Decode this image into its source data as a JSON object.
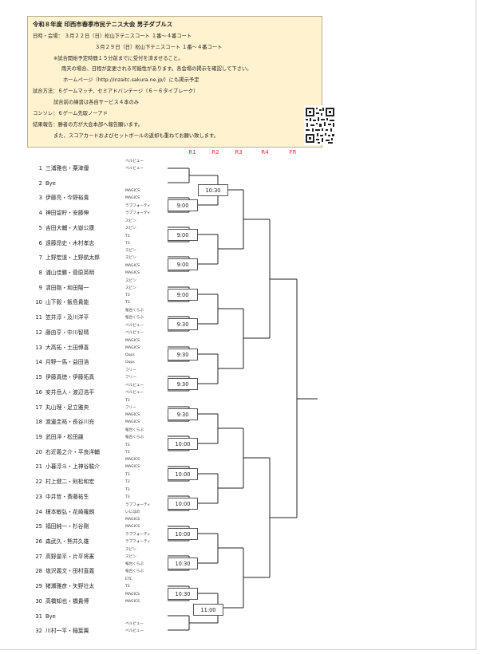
{
  "header": {
    "title": "令和８年度 印西市春季市民テニス大会 男子ダブルス",
    "lines": [
      "日時・会場： ３月２２日（日）松山下テニスコート １番〜４番コート",
      "３月２９日（日）松山下テニスコート １番〜４番コート",
      "※試合開始予定時間１５分前までに受付を済ませること。",
      "雨天の場合、日程が変更される可能性があります。各会場の掲示を確認して下さい。",
      "ホームページ（http://inzaitc.sakura.ne.jp/）にも掲示予定",
      "試合方法：６ゲームマッチ、セミアドバンテージ（６－６タイブレーク）",
      "試合前の練習は各自サービス４本のみ",
      "コンソレ：６ゲーム先取ノーアド",
      "結果報告：勝者の方が大会本部へ報告願います。",
      "また、スコアカードおよびセットボールの返却も重ねてお願い致します。"
    ]
  },
  "rounds": [
    "R1",
    "R2",
    "R3",
    "R4",
    "FR"
  ],
  "players": [
    {
      "no": "1",
      "name": "三浦雅也・粟津優",
      "clubs": [
        "ベルビュー",
        "ベルビュー"
      ]
    },
    {
      "no": "2",
      "name": "Bye",
      "clubs": []
    },
    {
      "no": "3",
      "name": "伊藤亮・今野裕貴",
      "clubs": [
        "MAGICS",
        "MAGICS"
      ]
    },
    {
      "no": "4",
      "name": "神田留貯・安藤伸",
      "clubs": [
        "ラブフォーティ",
        "ラブフォーティ"
      ]
    },
    {
      "no": "5",
      "name": "吉田大輔・大嶽公康",
      "clubs": [
        "スピン",
        "スピン"
      ]
    },
    {
      "no": "6",
      "name": "遠藤昂史・木村孝志",
      "clubs": [
        "T3",
        "T3"
      ]
    },
    {
      "no": "7",
      "name": "上野宏道・上野航太郎",
      "clubs": [
        "スピン",
        "スピン"
      ]
    },
    {
      "no": "8",
      "name": "浦山佳勝・菅原英明",
      "clubs": [
        "MAGICS",
        "MAGICS"
      ]
    },
    {
      "no": "9",
      "name": "清田剛・和田陽一",
      "clubs": [
        "スピン",
        "スピン"
      ]
    },
    {
      "no": "10",
      "name": "山下毅・飯島貴能",
      "clubs": [
        "T3",
        "T3"
      ]
    },
    {
      "no": "11",
      "name": "笠井淳・及川洋平",
      "clubs": [
        "桜台くらぶ",
        "桜台くらぶ"
      ]
    },
    {
      "no": "12",
      "name": "藤由亨・中川智晴",
      "clubs": [
        "ベルビュー",
        "ベルビュー"
      ]
    },
    {
      "no": "13",
      "name": "大高拓・土田博喜",
      "clubs": [
        "MAGICS",
        "MAGICS"
      ]
    },
    {
      "no": "14",
      "name": "月野一馬・益田浩",
      "clubs": [
        "Oops",
        "Oops"
      ]
    },
    {
      "no": "15",
      "name": "伊藤真徳・伊藤拓真",
      "clubs": [
        "フリー",
        "フリー"
      ]
    },
    {
      "no": "16",
      "name": "安井岳人・渡辺浩平",
      "clubs": [
        "ベルビュー",
        "ベルビュー"
      ]
    },
    {
      "no": "17",
      "name": "丸山理・足立雅央",
      "clubs": [
        "T3",
        "フリー"
      ]
    },
    {
      "no": "18",
      "name": "渡邊圭祐・長谷川充",
      "clubs": [
        "MAGICS",
        "MAGICS"
      ]
    },
    {
      "no": "19",
      "name": "武田洋・松田譲",
      "clubs": [
        "桜台くらぶ",
        "桜台くらぶ"
      ]
    },
    {
      "no": "20",
      "name": "右近義之介・平良洋輔",
      "clubs": [
        "T3",
        "T3"
      ]
    },
    {
      "no": "21",
      "name": "小暮淳斗・上神谷駿介",
      "clubs": [
        "MAGICS",
        "MAGICS"
      ]
    },
    {
      "no": "22",
      "name": "村上健二・則松和宏",
      "clubs": [
        "T3",
        "T3"
      ]
    },
    {
      "no": "23",
      "name": "中井哲・斎藤祐生",
      "clubs": [
        "T3",
        "T3"
      ]
    },
    {
      "no": "24",
      "name": "榎本敏弘・花崎羅朗",
      "clubs": [
        "ラブフォーティ",
        "いにはの"
      ]
    },
    {
      "no": "25",
      "name": "福田純一・杉谷剛",
      "clubs": [
        "MAGICS",
        "MAGICS"
      ]
    },
    {
      "no": "26",
      "name": "森武久・熊井久雄",
      "clubs": [
        "ラブフォーティ",
        "ラブフォーティ"
      ]
    },
    {
      "no": "27",
      "name": "高野量平・片平将憲",
      "clubs": [
        "スピン",
        "スピン"
      ]
    },
    {
      "no": "28",
      "name": "塩沢義文・田村直義",
      "clubs": [
        "桜台くらぶ",
        "桜台くらぶ"
      ]
    },
    {
      "no": "29",
      "name": "猪瀬雅彦・矢野壮太",
      "clubs": [
        "ETC",
        "T3"
      ]
    },
    {
      "no": "30",
      "name": "高橋知也・橋貴博",
      "clubs": [
        "MAGICS",
        "MAGICS"
      ]
    },
    {
      "no": "31",
      "name": "Bye",
      "clubs": []
    },
    {
      "no": "32",
      "name": "川村一平・稲葉翼",
      "clubs": [
        "ベルビュー",
        "ベルビュー"
      ]
    }
  ],
  "r1_times": [
    "9:00",
    "9:00",
    "9:00",
    "9:00",
    "9:30",
    "9:30",
    "9:30",
    "9:30",
    "10:00",
    "10:00",
    "10:00",
    "10:00",
    "10:30"
  ],
  "r2_times": [
    "10:30",
    "11:00"
  ]
}
